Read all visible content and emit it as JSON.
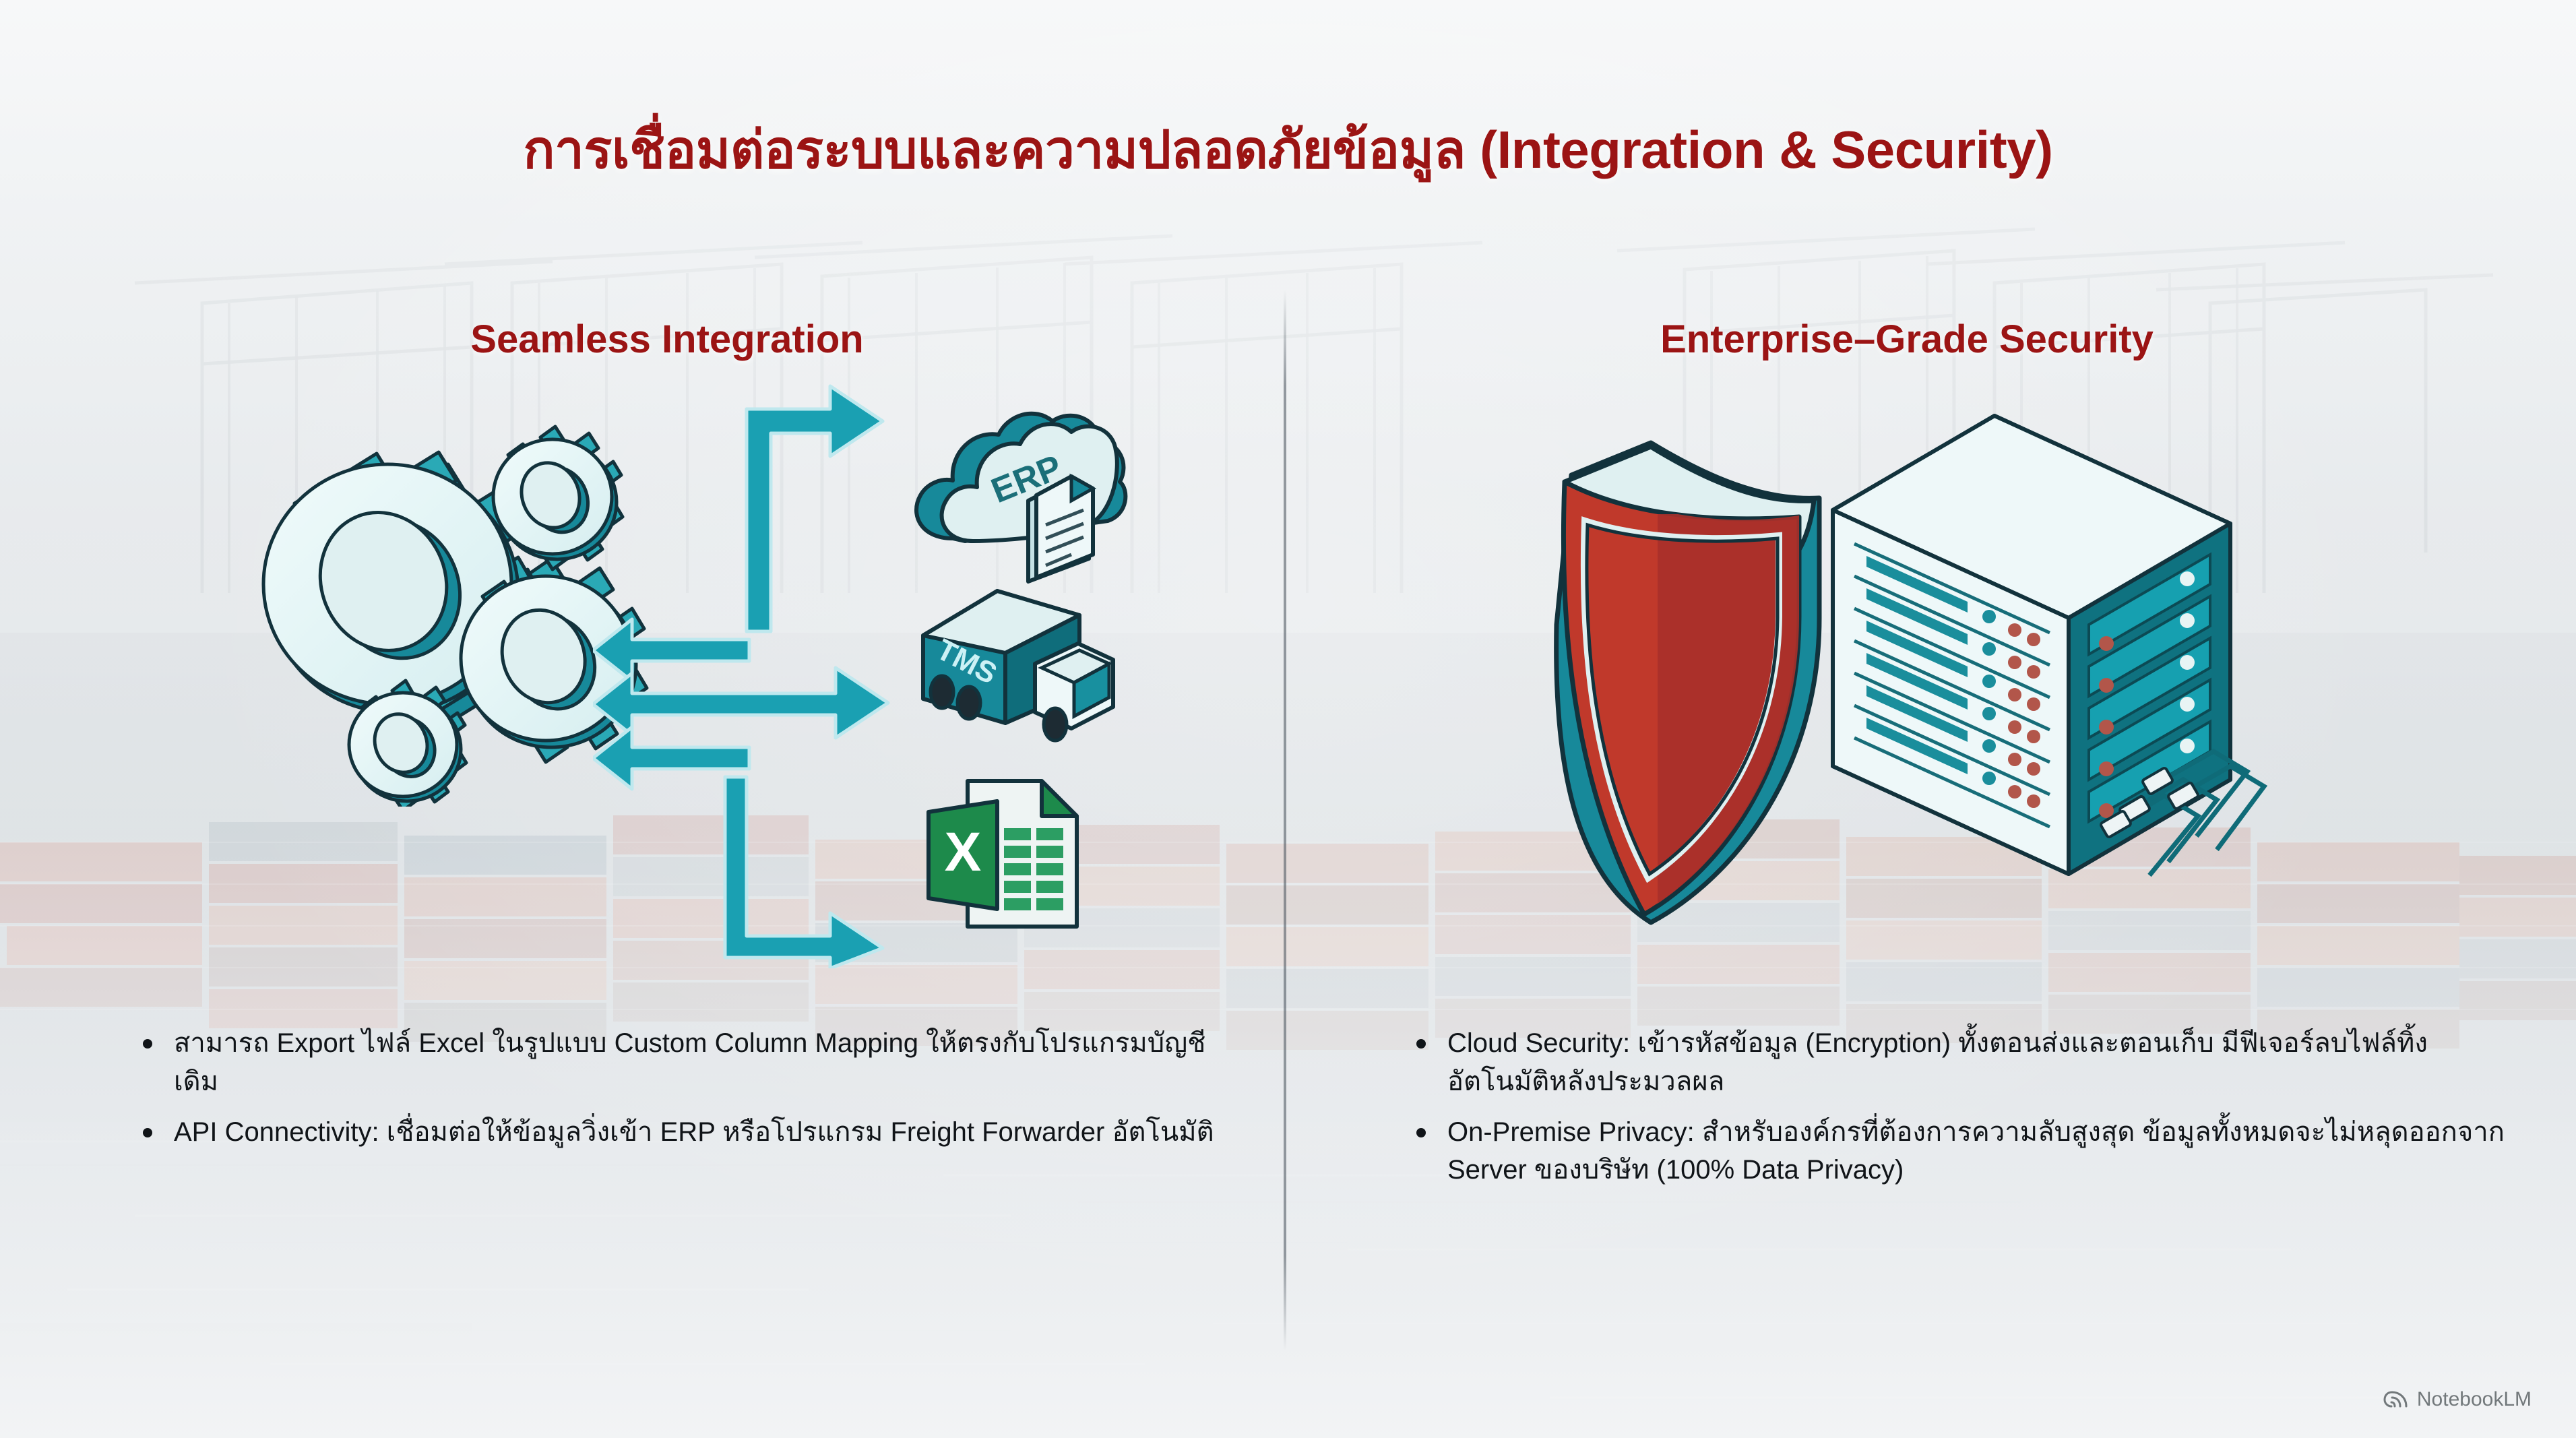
{
  "slide": {
    "title": "การเชื่อมต่อระบบและความปลอดภัยข้อมูล (Integration & Security)",
    "divider": "vertical-divider"
  },
  "left_column": {
    "heading": "Seamless Integration",
    "diagram": {
      "source_icon": "gears-icon",
      "flow_arrows": [
        "arrow-up-right",
        "arrow-left-top",
        "arrow-right-middle",
        "arrow-left-middle",
        "arrow-left-bottom",
        "arrow-down-right"
      ],
      "targets": [
        {
          "name": "erp-cloud-icon",
          "label": "ERP"
        },
        {
          "name": "tms-truck-icon",
          "label": "TMS"
        },
        {
          "name": "excel-file-icon",
          "label": "X"
        }
      ]
    },
    "bullets": [
      "สามารถ Export ไฟล์ Excel ในรูปแบบ Custom Column Mapping ให้ตรงกับโปรแกรมบัญชีเดิม",
      "API Connectivity: เชื่อมต่อให้ข้อมูลวิ่งเข้า ERP หรือโปรแกรม Freight Forwarder อัตโนมัติ"
    ]
  },
  "right_column": {
    "heading": "Enterprise–Grade Security",
    "diagram": {
      "icons": [
        "red-shield-icon",
        "server-rack-icon"
      ]
    },
    "bullets": [
      "Cloud Security: เข้ารหัสข้อมูล (Encryption) ทั้งตอนส่งและตอนเก็บ มีฟีเจอร์ลบไฟล์ทิ้งอัตโนมัติหลังประมวลผล",
      "On-Premise Privacy: สำหรับองค์กรที่ต้องการความลับสูงสุด ข้อมูลทั้งหมดจะไม่หลุดออกจาก Server ของบริษัท (100% Data Privacy)"
    ]
  },
  "watermark": {
    "icon": "notebooklm-icon",
    "label": "NotebookLM"
  },
  "colors": {
    "heading_red": "#9b1414",
    "teal": "#17899a",
    "teal_light": "#27b0bf",
    "teal_pale": "#dff0f1",
    "shield_red": "#c0392b",
    "excel_green": "#1d8a4b",
    "body_text": "#101418"
  }
}
